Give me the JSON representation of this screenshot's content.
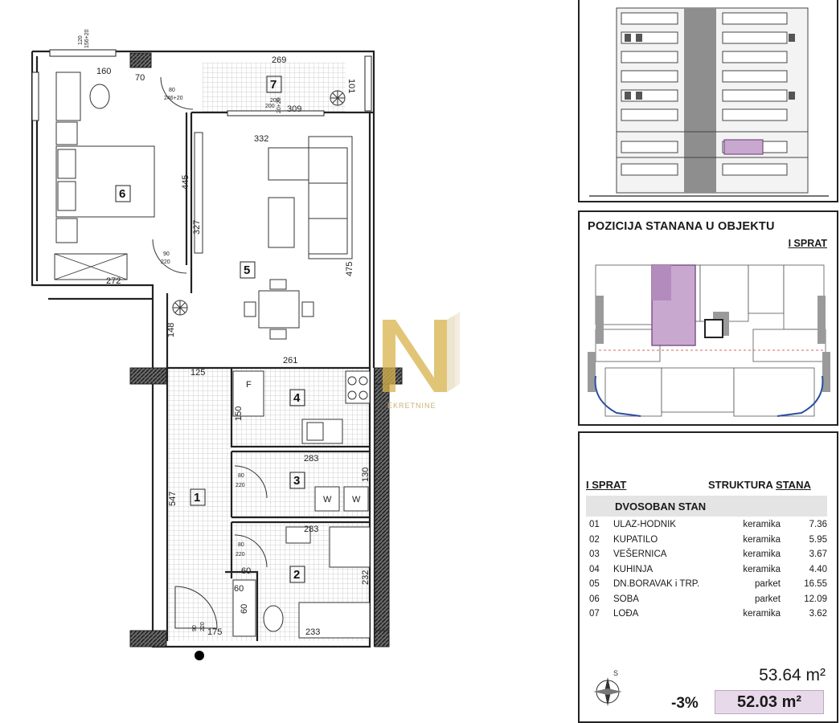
{
  "colors": {
    "highlight": "#9b6fa3",
    "highlight_fill": "#e8d9ea",
    "tile": "#d9d9d9",
    "wall": "#222222",
    "watermark": "#d8b24a"
  },
  "floorplan": {
    "rooms": [
      {
        "number": "1"
      },
      {
        "number": "2"
      },
      {
        "number": "3"
      },
      {
        "number": "4"
      },
      {
        "number": "5"
      },
      {
        "number": "6"
      },
      {
        "number": "7"
      }
    ],
    "dimensions": [
      "269",
      "160",
      "70",
      "80",
      "246+20",
      "200",
      "309",
      "332",
      "445",
      "327",
      "90",
      "220",
      "272",
      "148",
      "475",
      "261",
      "125",
      "150",
      "283",
      "130",
      "547",
      "80",
      "220",
      "283",
      "80",
      "220",
      "60",
      "60",
      "60",
      "232",
      "233",
      "175",
      "90",
      "220",
      "101",
      "120",
      "156+20",
      "200",
      "20+20"
    ],
    "labels": {
      "fridge": "F",
      "washer": "W",
      "dryer": "W"
    }
  },
  "watermark": {
    "text": "EKRETNINE"
  },
  "position_panel": {
    "title": "POZICIJA STANANA U OBJEKTU",
    "floor": "I SPRAT"
  },
  "structure_table": {
    "floor": "I SPRAT",
    "heading_a": "STRUKTURA",
    "heading_b": "STANA",
    "type": "DVOSOBAN STAN",
    "rows": [
      {
        "no": "01",
        "name": "ULAZ-HODNIK",
        "material": "keramika",
        "area": "7.36"
      },
      {
        "no": "02",
        "name": "KUPATILO",
        "material": "keramika",
        "area": "5.95"
      },
      {
        "no": "03",
        "name": "VEŠERNICA",
        "material": "keramika",
        "area": "3.67"
      },
      {
        "no": "04",
        "name": "KUHINJA",
        "material": "keramika",
        "area": "4.40"
      },
      {
        "no": "05",
        "name": "DN.BORAVAK i TRP.",
        "material": "parket",
        "area": "16.55"
      },
      {
        "no": "06",
        "name": "SOBA",
        "material": "parket",
        "area": "12.09"
      },
      {
        "no": "07",
        "name": "LOĐA",
        "material": "keramika",
        "area": "3.62"
      }
    ],
    "total_gross": "53.64 m²",
    "discount": "-3%",
    "total_net": "52.03 m²"
  },
  "icons": [
    "north-arrow-icon",
    "plant-icon",
    "entrance-dot-icon"
  ]
}
